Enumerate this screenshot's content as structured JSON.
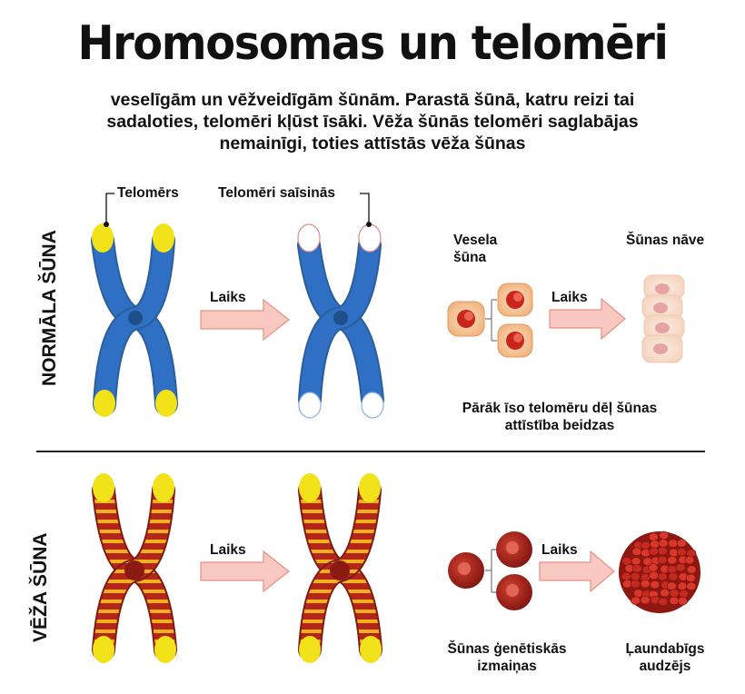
{
  "title": "Hromosomas un telomēri",
  "subtitle": "veselīgām un vēžveidīgām šūnām. Parastā šūnā, katru reizi tai sadaloties, telomēri kļūst īsāki. Vēža šūnās telomēri saglabājas nemainīgi, toties attīstās vēža šūnas",
  "normal": {
    "side_label": "NORMĀLA ŠŪNA",
    "telomere_label": "Telomērs",
    "shorten_label": "Telomēri saīsinās",
    "time_label": "Laiks",
    "healthy_cell_label": "Vesela šūna",
    "cell_time_label": "Laiks",
    "cell_death_label": "Šūnas nāve",
    "caption": "Pārāk īso telomēru dēļ šūnas attīstība beidzas"
  },
  "cancer": {
    "side_label": "VĒŽA ŠŪNA",
    "time_label": "Laiks",
    "cell_time_label": "Laiks",
    "mutation_label": "Šūnas ģenētiskās izmaiņas",
    "tumor_label": "Ļaundabīgs audzējs"
  },
  "colors": {
    "normal_chromosome": "#2f6fc4",
    "telomere": "#f2e21a",
    "cancer_chromosome": "#b5261a",
    "arrow_fill": "#f9c9c1",
    "arrow_stroke": "#e58f86"
  }
}
